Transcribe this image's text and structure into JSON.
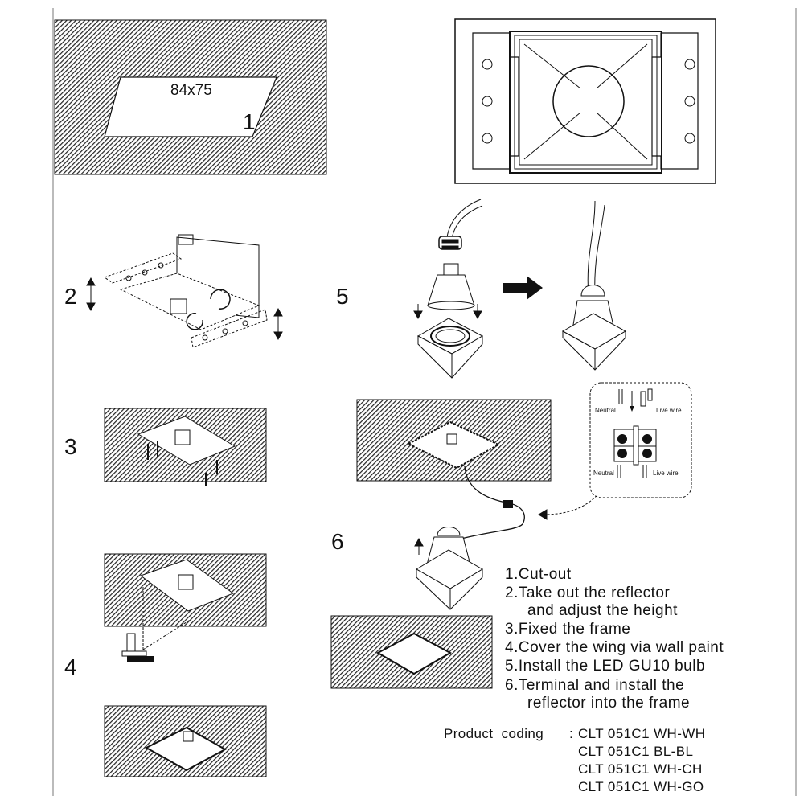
{
  "step1": {
    "dimension": "84x75",
    "number": "1"
  },
  "step_numbers": {
    "s2": "2",
    "s3": "3",
    "s4": "4",
    "s5": "5",
    "s6": "6"
  },
  "wiring": {
    "neutral_top": "Neutral",
    "live_top": "Live wire",
    "neutral_bottom": "Neutral",
    "live_bottom": "Live wire"
  },
  "instructions": [
    "1.Cut-out",
    "2.Take out the reflector",
    "and adjust the height",
    "3.Fixed the frame",
    "4.Cover the wing via wall paint",
    "5.Install the LED GU10 bulb",
    "6.Terminal and install the",
    "reflector into the frame"
  ],
  "product_coding": {
    "label": "Product  coding",
    "separator": ":",
    "codes": [
      "CLT 051C1 WH-WH",
      "CLT 051C1 BL-BL",
      "CLT 051C1 WH-CH",
      "CLT 051C1 WH-GO"
    ]
  },
  "colors": {
    "ink": "#111111",
    "paper": "#ffffff",
    "hatch_bg": "#5a5a5a"
  }
}
